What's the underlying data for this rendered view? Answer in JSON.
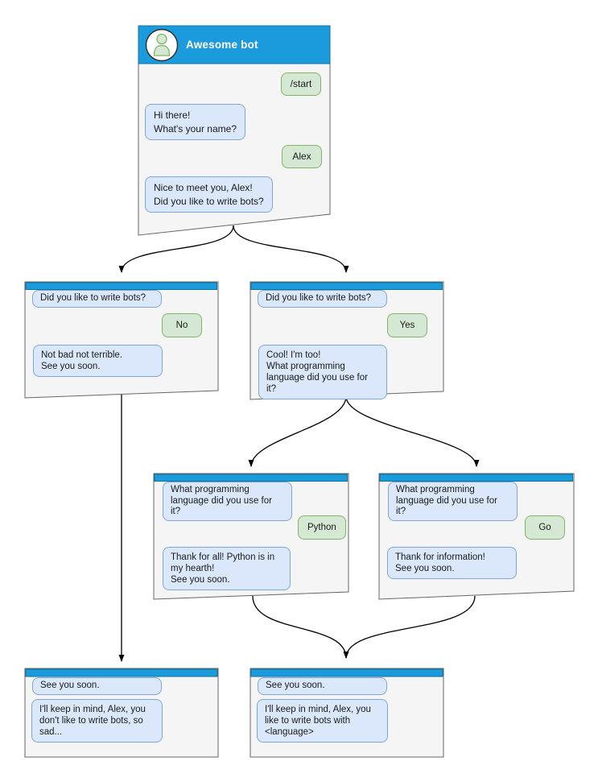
{
  "colors": {
    "accent": "#1C9BDC",
    "accent_dark": "#10739E",
    "node_fill": "#F5F5F5",
    "node_border": "#666666",
    "bot_bubble_fill": "#DBE8FC",
    "bot_bubble_border": "#7EA6E0",
    "user_bubble_fill": "#D5E8D4",
    "user_bubble_border": "#82B366"
  },
  "nodes": {
    "root": {
      "title": "Awesome bot",
      "avatar_icon": "person-avatar-icon",
      "messages": [
        {
          "from": "user",
          "text": "/start"
        },
        {
          "from": "bot",
          "text": "Hi there!\nWhat's your name?"
        },
        {
          "from": "user",
          "text": "Alex"
        },
        {
          "from": "bot",
          "text": "Nice to meet you, Alex!\nDid you like to write bots?"
        }
      ]
    },
    "branch_no": {
      "messages": [
        {
          "from": "bot",
          "text": "Did you like to write bots?"
        },
        {
          "from": "user",
          "text": "No"
        },
        {
          "from": "bot",
          "text": "Not bad not terrible.\nSee you soon."
        }
      ]
    },
    "branch_yes": {
      "messages": [
        {
          "from": "bot",
          "text": "Did you like to write bots?"
        },
        {
          "from": "user",
          "text": "Yes"
        },
        {
          "from": "bot",
          "text": "Cool! I'm too!\nWhat programming\nlanguage did you use for it?"
        }
      ]
    },
    "lang_python": {
      "messages": [
        {
          "from": "bot",
          "text": "What programming\nlanguage did you use for it?"
        },
        {
          "from": "user",
          "text": "Python"
        },
        {
          "from": "bot",
          "text": "Thank for all! Python is in\nmy hearth!\nSee you soon."
        }
      ]
    },
    "lang_go": {
      "messages": [
        {
          "from": "bot",
          "text": "What programming\nlanguage did you use for it?"
        },
        {
          "from": "user",
          "text": "Go"
        },
        {
          "from": "bot",
          "text": "Thank for information!\nSee you soon."
        }
      ]
    },
    "end_no": {
      "messages": [
        {
          "from": "bot",
          "text": "See you soon."
        },
        {
          "from": "bot",
          "text": "I'll keep in mind, Alex, you\ndon't like to write bots, so\nsad..."
        }
      ]
    },
    "end_lang": {
      "messages": [
        {
          "from": "bot",
          "text": "See you soon."
        },
        {
          "from": "bot",
          "text": "I'll keep in mind, Alex, you\nlike to write bots with\n<language>"
        }
      ]
    }
  },
  "edges": [
    {
      "from": "root",
      "to": "branch_no"
    },
    {
      "from": "root",
      "to": "branch_yes"
    },
    {
      "from": "branch_no",
      "to": "end_no"
    },
    {
      "from": "branch_yes",
      "to": "lang_python"
    },
    {
      "from": "branch_yes",
      "to": "lang_go"
    },
    {
      "from": "lang_python",
      "to": "end_lang"
    },
    {
      "from": "lang_go",
      "to": "end_lang"
    }
  ]
}
